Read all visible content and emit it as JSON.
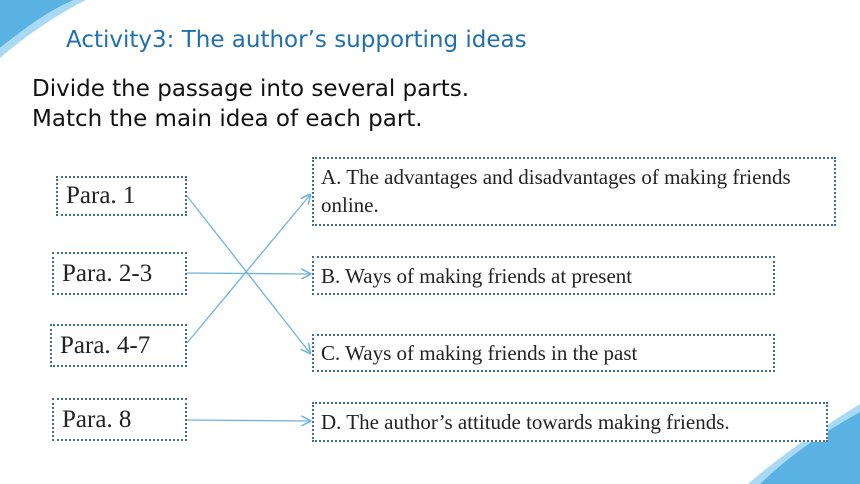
{
  "header": {
    "title": "Activity3: The author’s supporting ideas",
    "instruction_1": "Divide the passage into several parts.",
    "instruction_2": "Match the main idea of each part."
  },
  "paragraphs": [
    {
      "label": "Para. 1"
    },
    {
      "label": "Para. 2-3"
    },
    {
      "label": "Para. 4-7"
    },
    {
      "label": "Para. 8"
    }
  ],
  "options": [
    {
      "text": "A. The advantages and disadvantages of making friends online."
    },
    {
      "text": "B. Ways of making friends at present"
    },
    {
      "text": "C. Ways of making friends in the past"
    },
    {
      "text": "D. The author’s attitude towards making friends."
    }
  ],
  "matches": [
    {
      "para": "Para. 1",
      "option": "C"
    },
    {
      "para": "Para. 2-3",
      "option": "B"
    },
    {
      "para": "Para. 4-7",
      "option": "A"
    },
    {
      "para": "Para. 8",
      "option": "D"
    }
  ],
  "colors": {
    "title": "#1f6fb2",
    "box_border": "#3f6e8f",
    "connector": "#6fb3e0",
    "decor": "#5ab2e3"
  }
}
